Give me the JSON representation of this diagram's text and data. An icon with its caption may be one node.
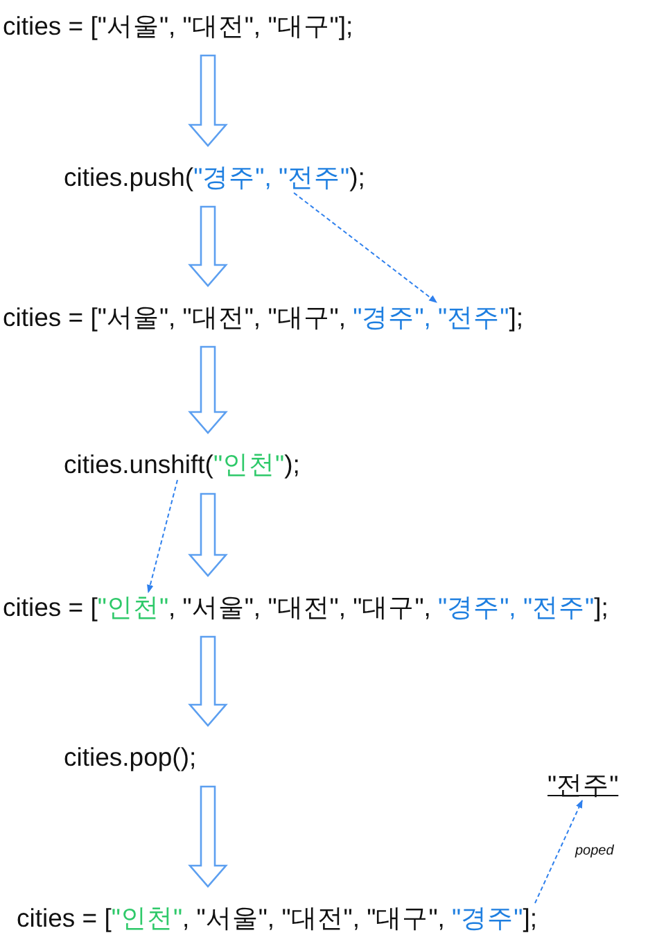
{
  "diagram": {
    "nodes": [
      {
        "text": [
          "cities = [\"서울\", \"대전\", \"대구\"];"
        ]
      },
      {
        "text": [
          "cities.push(",
          "\"경주\", \"전주\"",
          ");"
        ]
      },
      {
        "text": [
          "cities = [\"서울\", \"대전\", \"대구\", ",
          "\"경주\", \"전주\"",
          "];"
        ]
      },
      {
        "text": [
          "cities.unshift(",
          "\"인천\"",
          ");"
        ]
      },
      {
        "text": [
          "cities = [",
          "\"인천\"",
          ", \"서울\", \"대전\", \"대구\", ",
          "\"경주\", \"전주\"",
          "];"
        ]
      },
      {
        "text": [
          "cities.pop();"
        ]
      },
      {
        "text": [
          "cities = [",
          "\"인천\"",
          ", \"서울\", \"대전\", \"대구\", ",
          "\"경주\"",
          "];"
        ]
      },
      {
        "text": [
          "\"전주\""
        ]
      }
    ],
    "edges": [
      {
        "from": 0,
        "to": 1,
        "arrow": "to"
      },
      {
        "from": 1,
        "to": 2,
        "arrow": "to"
      },
      {
        "from": 2,
        "to": 3,
        "arrow": "to"
      },
      {
        "from": 3,
        "to": 4,
        "arrow": "to"
      },
      {
        "from": 4,
        "to": 5,
        "arrow": "to"
      },
      {
        "from": 5,
        "to": 6,
        "arrow": "to"
      },
      {
        "from": 1,
        "to": 2,
        "arrow": "to",
        "style": "dashed",
        "color": "#2f80ed"
      },
      {
        "from": 3,
        "to": 4,
        "arrow": "to",
        "style": "dashed",
        "color": "#2f80ed"
      },
      {
        "from": 6,
        "to": 7,
        "arrow": "to",
        "style": "dashed",
        "color": "#2f80ed",
        "label": "poped"
      }
    ]
  }
}
